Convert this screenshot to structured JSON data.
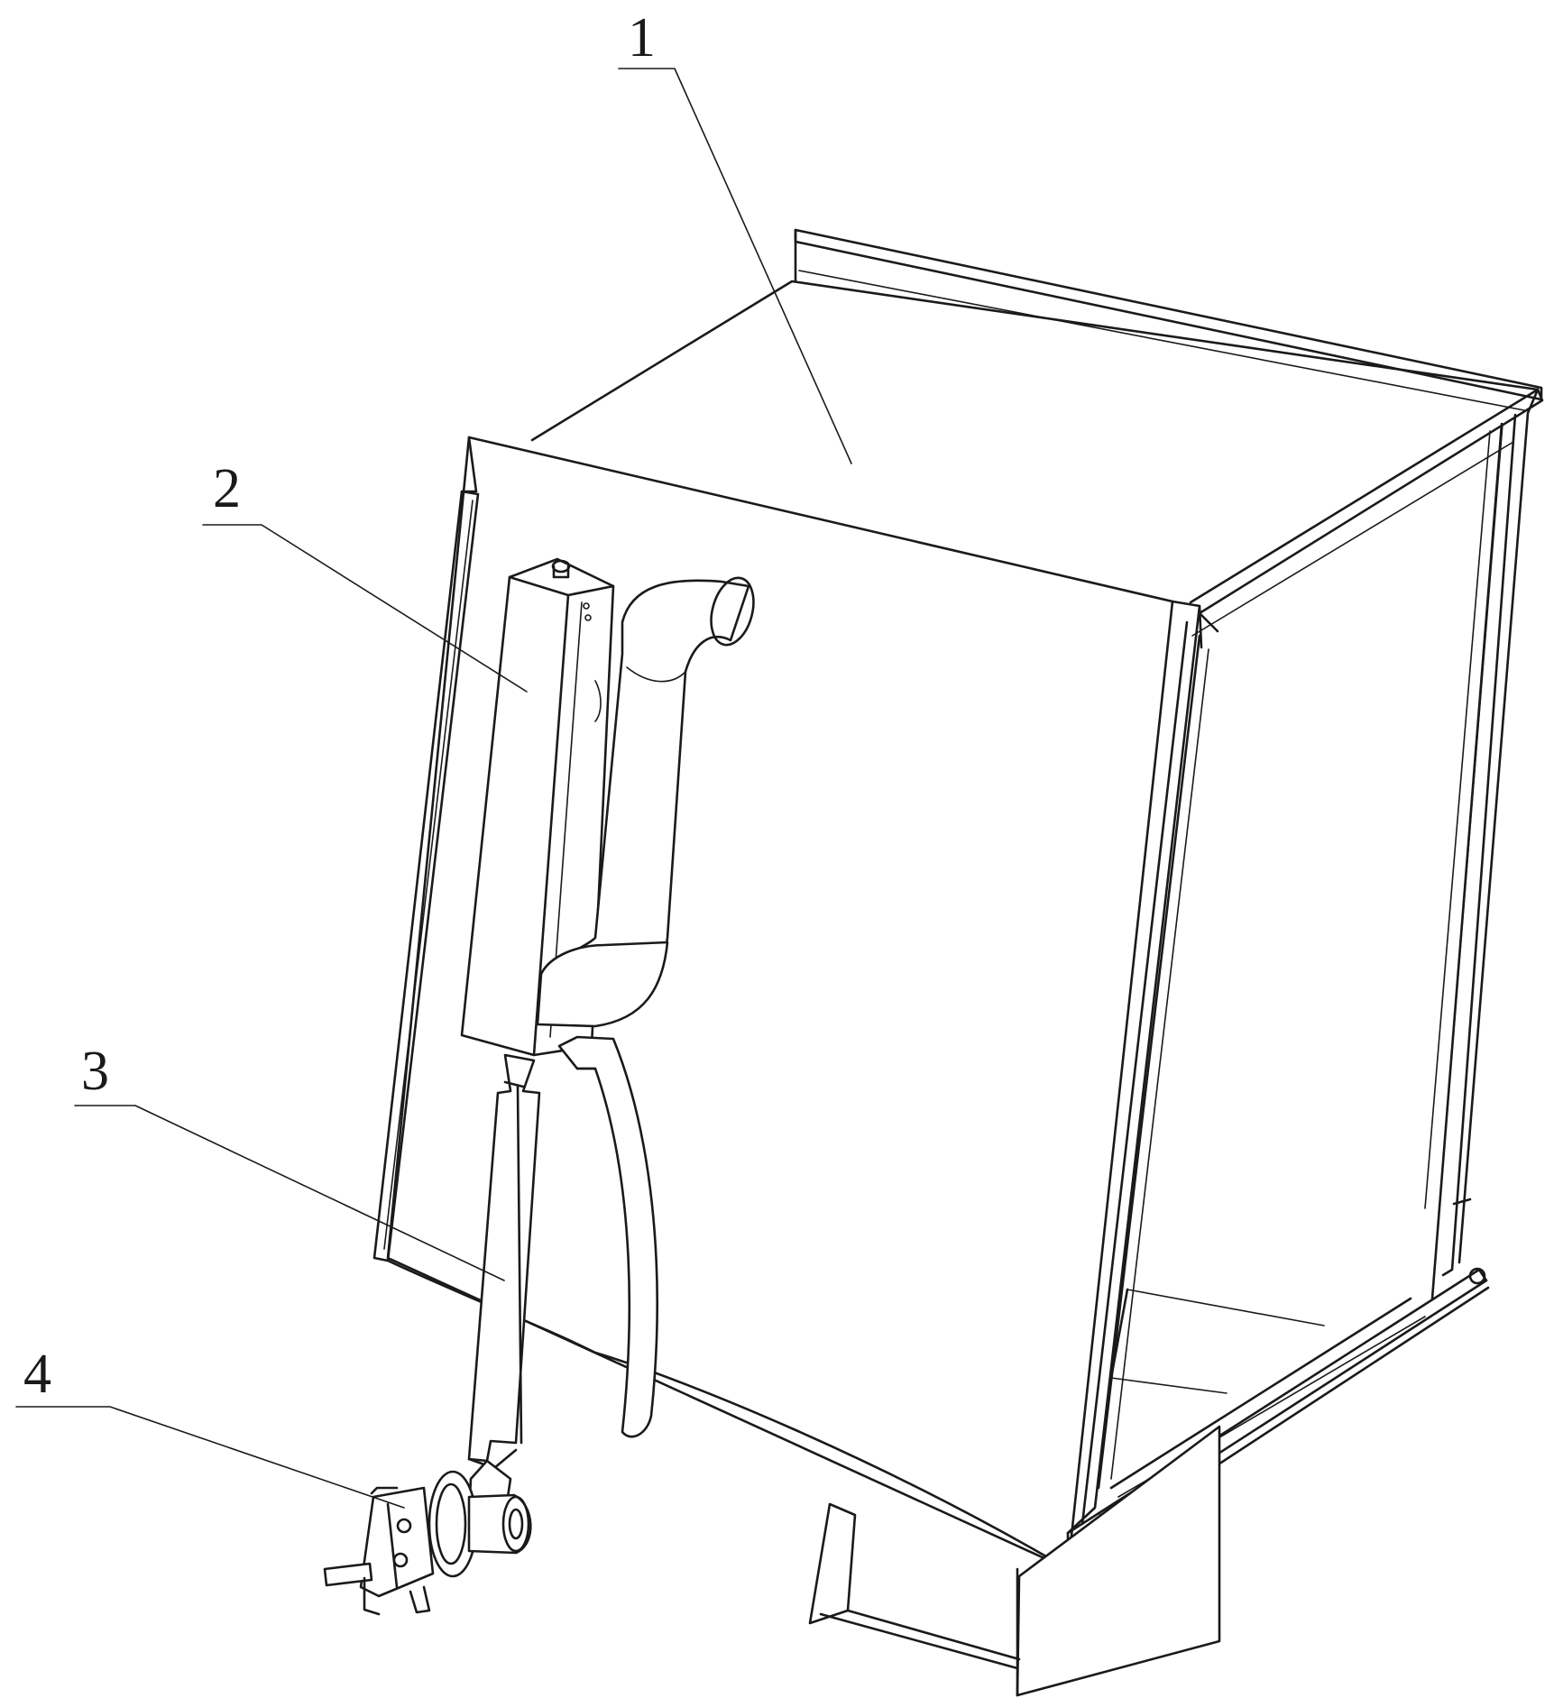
{
  "figure": {
    "background": "#ffffff",
    "line_color": "#1a1a1a",
    "callouts": [
      {
        "id": "1",
        "label": "1"
      },
      {
        "id": "2",
        "label": "2"
      },
      {
        "id": "3",
        "label": "3"
      },
      {
        "id": "4",
        "label": "4"
      }
    ]
  }
}
